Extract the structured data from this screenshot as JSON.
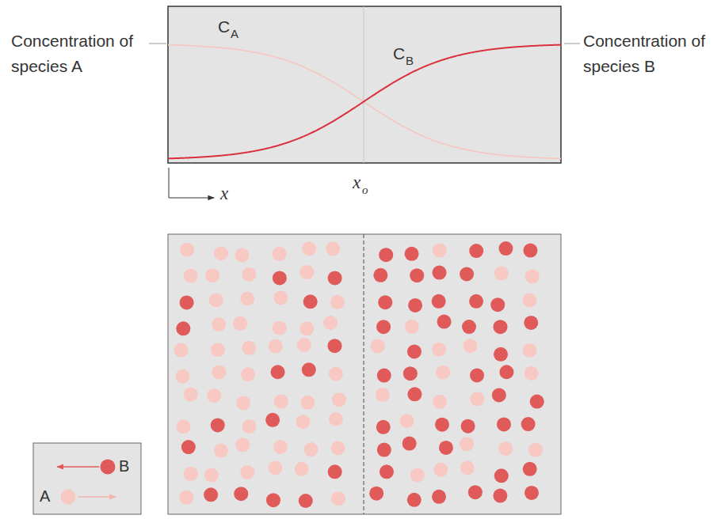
{
  "diagram": {
    "labels": [
      "Concentration of species A",
      "C",
      "A",
      "C",
      "B",
      "Concentration of species B",
      "x",
      "o",
      "x"
    ],
    "legend": [
      {
        "text": "B",
        "color": "#e05a5a"
      },
      {
        "text": "A",
        "color": "#f8c8c3"
      }
    ]
  }
}
